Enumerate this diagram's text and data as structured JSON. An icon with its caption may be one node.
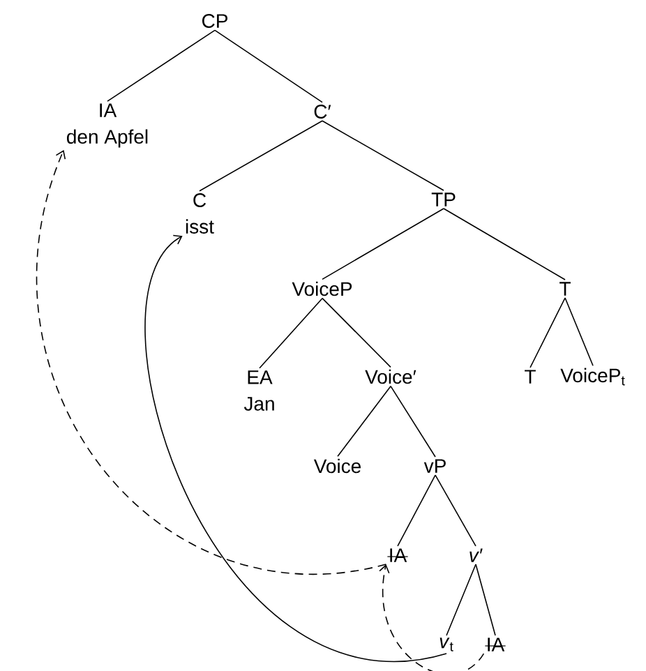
{
  "diagram": {
    "nodes": [
      {
        "text": [
          "CP"
        ]
      },
      {
        "text": [
          "IA",
          "den Apfel"
        ]
      },
      {
        "text": [
          "C′"
        ]
      },
      {
        "text": [
          "C",
          "isst"
        ]
      },
      {
        "text": [
          "TP"
        ]
      },
      {
        "text": [
          "VoiceP"
        ]
      },
      {
        "text": [
          "T"
        ]
      },
      {
        "text": [
          "EA",
          "Jan"
        ]
      },
      {
        "text": [
          "Voice′"
        ]
      },
      {
        "text": [
          "T"
        ]
      },
      {
        "text": [
          "VoiceP$_{t}$"
        ]
      },
      {
        "text": [
          "Voice"
        ]
      },
      {
        "text": [
          "vP"
        ]
      },
      {
        "text": [
          "IA"
        ]
      },
      {
        "text": [
          "*v*′"
        ]
      },
      {
        "text": [
          "*v*$_{t}$"
        ]
      },
      {
        "text": [
          "IA"
        ]
      }
    ],
    "edges": [
      {
        "from": 0,
        "to": 1,
        "arrow": "none"
      },
      {
        "from": 0,
        "to": 2,
        "arrow": "none"
      },
      {
        "from": 2,
        "to": 3,
        "arrow": "none"
      },
      {
        "from": 2,
        "to": 4,
        "arrow": "none"
      },
      {
        "from": 4,
        "to": 5,
        "arrow": "none"
      },
      {
        "from": 4,
        "to": 6,
        "arrow": "none"
      },
      {
        "from": 5,
        "to": 7,
        "arrow": "none"
      },
      {
        "from": 5,
        "to": 8,
        "arrow": "none"
      },
      {
        "from": 6,
        "to": 9,
        "arrow": "none"
      },
      {
        "from": 6,
        "to": 10,
        "arrow": "none"
      },
      {
        "from": 8,
        "to": 11,
        "arrow": "none"
      },
      {
        "from": 8,
        "to": 12,
        "arrow": "none"
      },
      {
        "from": 12,
        "to": 13,
        "arrow": "none"
      },
      {
        "from": 12,
        "to": 14,
        "arrow": "none"
      },
      {
        "from": 14,
        "to": 15,
        "arrow": "none"
      },
      {
        "from": 14,
        "to": 16,
        "arrow": "none"
      },
      {
        "from": 13,
        "to": 1,
        "arrow": "to",
        "style": "dashed"
      },
      {
        "from": 16,
        "to": 13,
        "arrow": "to",
        "style": "dashed"
      },
      {
        "from": 15,
        "to": 3,
        "arrow": "to"
      }
    ]
  }
}
